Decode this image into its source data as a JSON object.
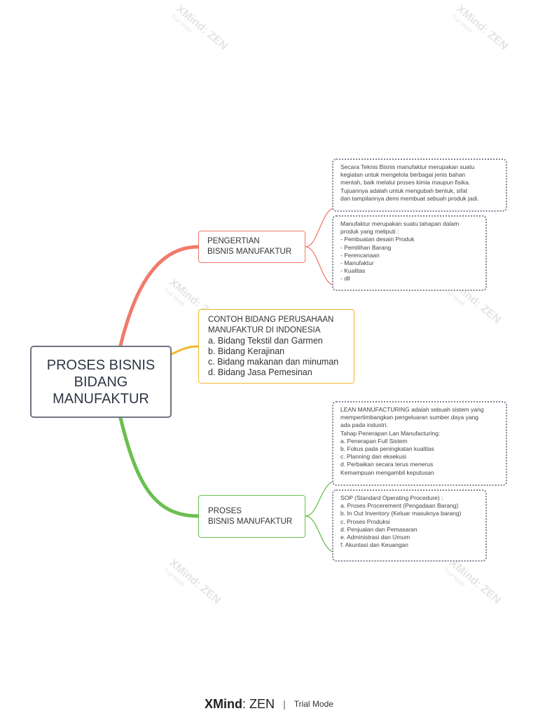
{
  "central": {
    "lines": [
      "PROSES BISNIS",
      "BIDANG",
      "MANUFAKTUR"
    ]
  },
  "branches": [
    {
      "color": "#f27a6a",
      "lines": [
        "PENGERTIAN",
        "BISNIS MANUFAKTUR"
      ]
    },
    {
      "color": "#f2b830",
      "heading": [
        "CONTOH BIDANG PERUSAHAAN",
        "MANUFAKTUR DI INDONESIA"
      ],
      "items": [
        "a. Bidang Tekstil dan Garmen",
        "b. Bidang Kerajinan",
        "c. Bidang makanan dan minuman",
        "d. Bidang Jasa Pemesinan"
      ]
    },
    {
      "color": "#6abf50",
      "lines": [
        "PROSES",
        "BISNIS MANUFAKTUR"
      ]
    }
  ],
  "notes": [
    {
      "lines": [
        "Secara Teknis Bisnis manufaktur merupakan suatu",
        "kegiatan untuk mengelola berbagai jenis bahan",
        "mentah, baik melalui proses kimia maupun fisika.",
        "Tujuannya adalah untuk mengubah bentuk, sifat",
        "dan tampilannya demi membuat sebuah produk jadi."
      ]
    },
    {
      "lines": [
        "Manufaktur merupakan suatu tahapan dalam",
        "produk yang meliputi :",
        "- Pembuatan desain Produk",
        "- Pemilihan Barang",
        "- Perencanaan",
        "- Manufaktur",
        "- Kualitas",
        "- dll"
      ]
    },
    {
      "lines": [
        "LEAN MANUFACTURING adalah sebuah sistem yang",
        "mempertimbangkan pengeluaran sumber daya yang",
        "ada pada industri.",
        "Tahap Penerapan Lan Manufacturing:",
        "a. Penerapan Full Sistem",
        "b. Fokus pada peningkatan kualitas",
        "c. Planning dan eksekusi",
        "d. Perbaikan secara terus menerus",
        "Kemampuan mengambil keputusan"
      ]
    },
    {
      "lines": [
        "SOP (Standard Operating Procedure) :",
        "a. Proses Procerement (Pengadaan Barang)",
        "b. In Out Inventory (Keluar masuknya barang)",
        "c. Proses Produksi",
        "d. Penjualan dan Pemasaran",
        "e. Administrasi dan Umum",
        "f. Akuntasi dan Keuangan"
      ]
    }
  ],
  "watermark": {
    "brand": "XMind: ZEN",
    "mode": "Trial Mode"
  },
  "footer": {
    "brand_bold": "XMind",
    "brand_rest": ": ZEN",
    "separator": "|",
    "mode": "Trial Mode"
  },
  "colors": {
    "red": "#f27a6a",
    "yellow": "#f2b830",
    "green": "#6abf50",
    "node_border": "#6e7480",
    "note_border": "#7f8593"
  }
}
